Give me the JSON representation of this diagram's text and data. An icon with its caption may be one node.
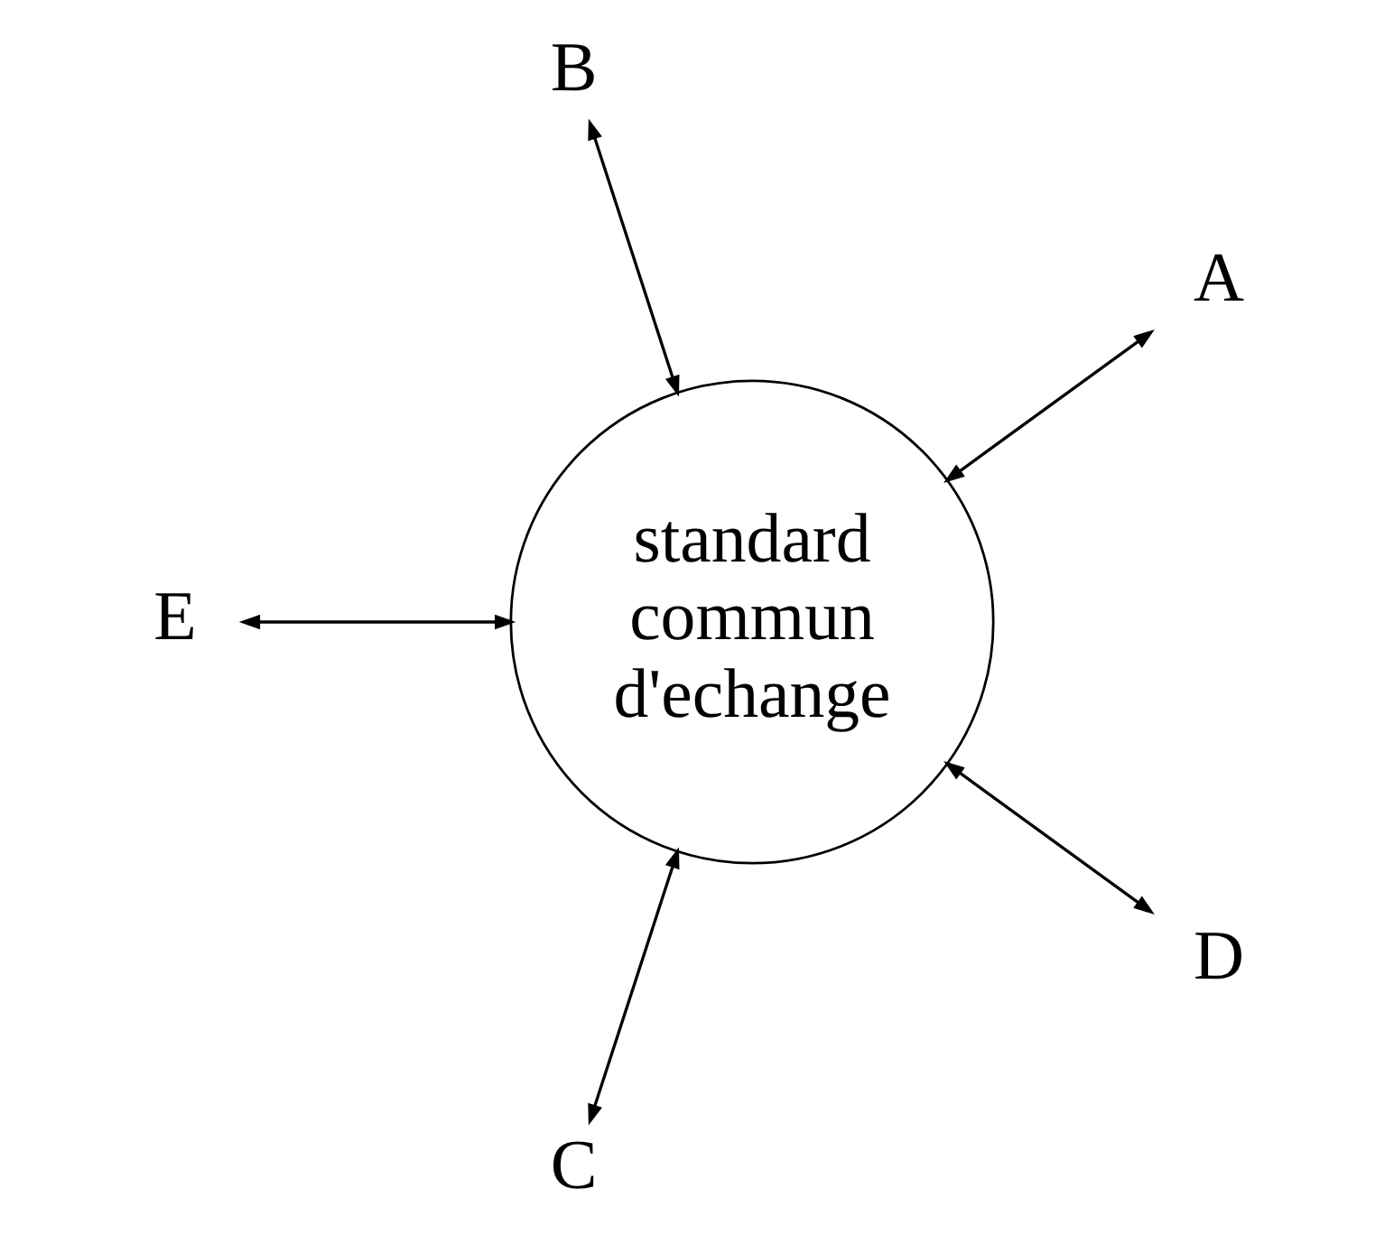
{
  "diagram": {
    "nodes": [
      {
        "text": [
          "A"
        ]
      },
      {
        "text": [
          "B"
        ]
      },
      {
        "text": [
          "standard commun d'echange"
        ]
      },
      {
        "text": [
          "E"
        ]
      },
      {
        "text": [
          "C"
        ]
      },
      {
        "text": [
          "D"
        ]
      }
    ],
    "edges": [
      {
        "from": 0,
        "to": 2,
        "arrow": "both"
      },
      {
        "from": 1,
        "to": 2,
        "arrow": "both"
      },
      {
        "from": 3,
        "to": 2,
        "arrow": "both"
      },
      {
        "from": 4,
        "to": 2,
        "arrow": "both"
      },
      {
        "from": 5,
        "to": 2,
        "arrow": "both"
      }
    ]
  }
}
